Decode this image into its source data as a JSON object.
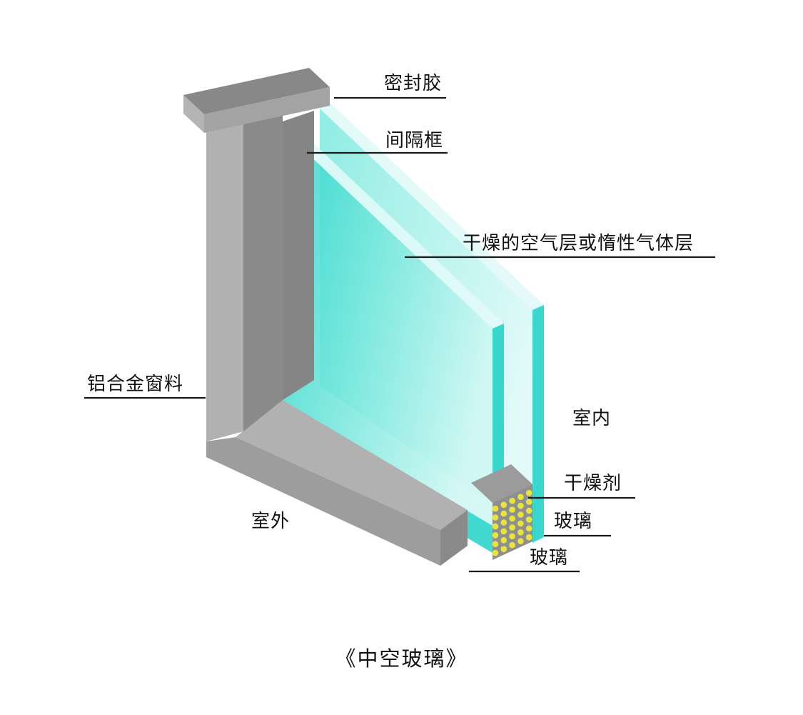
{
  "title": "《中空玻璃》",
  "diagram": {
    "labels": {
      "sealant": "密封胶",
      "spacer_frame": "间隔框",
      "air_layer": "干燥的空气层或惰性气体层",
      "aluminum_frame": "铝合金窗料",
      "indoor": "室内",
      "outdoor": "室外",
      "desiccant": "干燥剂",
      "glass_inner": "玻璃",
      "glass_outer": "玻璃"
    },
    "colors": {
      "glass_deep": "#2ed5cb",
      "glass_mid": "#74e7dc",
      "glass_light": "#cff7f3",
      "glass_pale": "#e0faf8",
      "glass_inner_start": "#8cece2",
      "frame_light": "#b1b1b1",
      "frame_mid": "#9d9d9d",
      "frame_dark": "#8a8a8a",
      "spacer_gray": "#858585",
      "sealant_top": "#888888",
      "sealant_front": "#a3a3a3",
      "sealant_end": "#b4b4b4",
      "box_top": "#9b9b9b",
      "desiccant_bg": "#8f8f8f",
      "desiccant_dot": "#e8e43a",
      "leader_line": "#1a1a1a",
      "text": "#111111",
      "background": "#ffffff"
    },
    "desiccant_dots": {
      "rows": 6,
      "cols": 5
    }
  }
}
